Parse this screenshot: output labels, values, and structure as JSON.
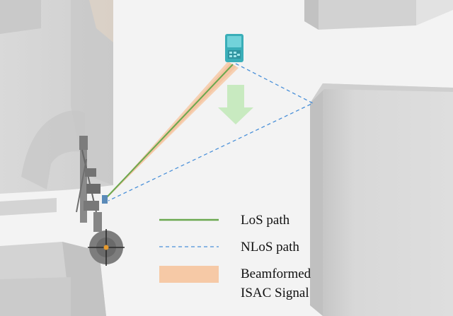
{
  "legend": {
    "los_label": "LoS path",
    "nlos_label": "NLoS path",
    "beam_label_line1": "Beamformed",
    "beam_label_line2": "ISAC Signal"
  },
  "colors": {
    "los": "#6aa84f",
    "nlos": "#4a90d9",
    "beam": "#f6c9a6",
    "arrow": "#c8eac0",
    "uav": "#4fc1c9",
    "building": "#d6d6d6",
    "building_shadow": "#bcbcbc",
    "ground": "#f1f1f1"
  },
  "icons": {
    "uav": "uav-device-icon",
    "base_station": "base-station-tower-icon",
    "direction": "down-arrow-icon"
  }
}
